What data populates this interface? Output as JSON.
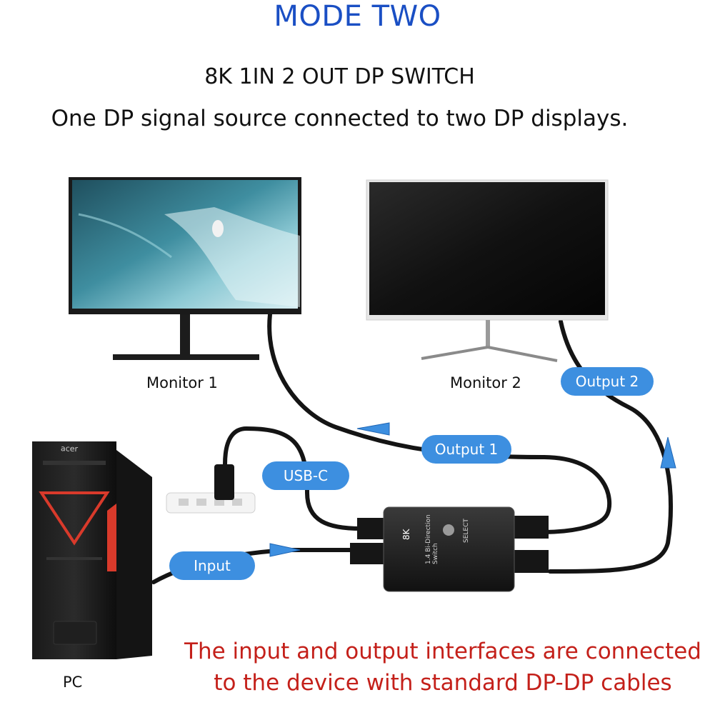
{
  "header": {
    "mode_title": "MODE TWO",
    "product_title": "8K 1IN 2 OUT DP SWITCH",
    "subtitle": "One DP signal source connected to two DP displays."
  },
  "devices": {
    "monitor1_label": "Monitor 1",
    "monitor2_label": "Monitor 2",
    "pc_label": "PC",
    "pc_brand": "acer",
    "switch_text": "1.4 Bi-Direction Switch",
    "switch_badge": "8K",
    "switch_button_label": "SELECT"
  },
  "connections": {
    "output1": "Output 1",
    "output2": "Output 2",
    "usbc": "USB-C",
    "input": "Input"
  },
  "note": {
    "line1": "The input and output interfaces are connected",
    "line2": "to the device with standard DP-DP cables"
  },
  "colors": {
    "title_blue": "#1a4fc4",
    "pill_blue": "#3d8fe0",
    "note_red": "#c4201a",
    "pc_accent": "#d93a2b"
  }
}
